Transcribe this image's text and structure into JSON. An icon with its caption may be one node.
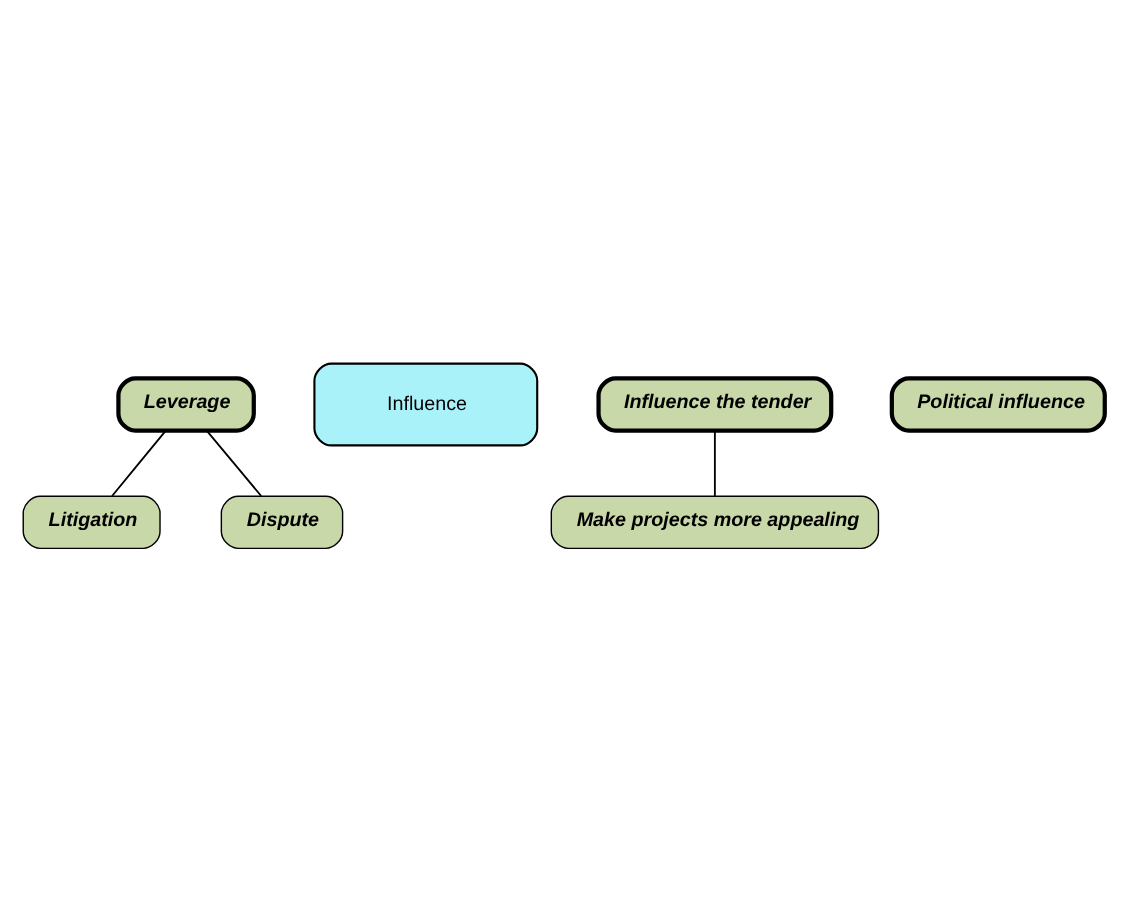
{
  "diagram": {
    "nodes": [
      {
        "text": [
          "Leverage"
        ]
      },
      {
        "text": [
          "Influence"
        ]
      },
      {
        "text": [
          "Litigation"
        ]
      },
      {
        "text": [
          "Influence the tender"
        ]
      },
      {
        "text": [
          "Dispute"
        ]
      },
      {
        "text": [
          "Make projects more appealing"
        ]
      },
      {
        "text": [
          "Political influence"
        ]
      }
    ],
    "edges": [
      {
        "from": 0,
        "to": 2,
        "arrow": "none"
      },
      {
        "from": 0,
        "to": 4,
        "arrow": "none"
      },
      {
        "from": 3,
        "to": 5,
        "arrow": "none"
      }
    ]
  }
}
